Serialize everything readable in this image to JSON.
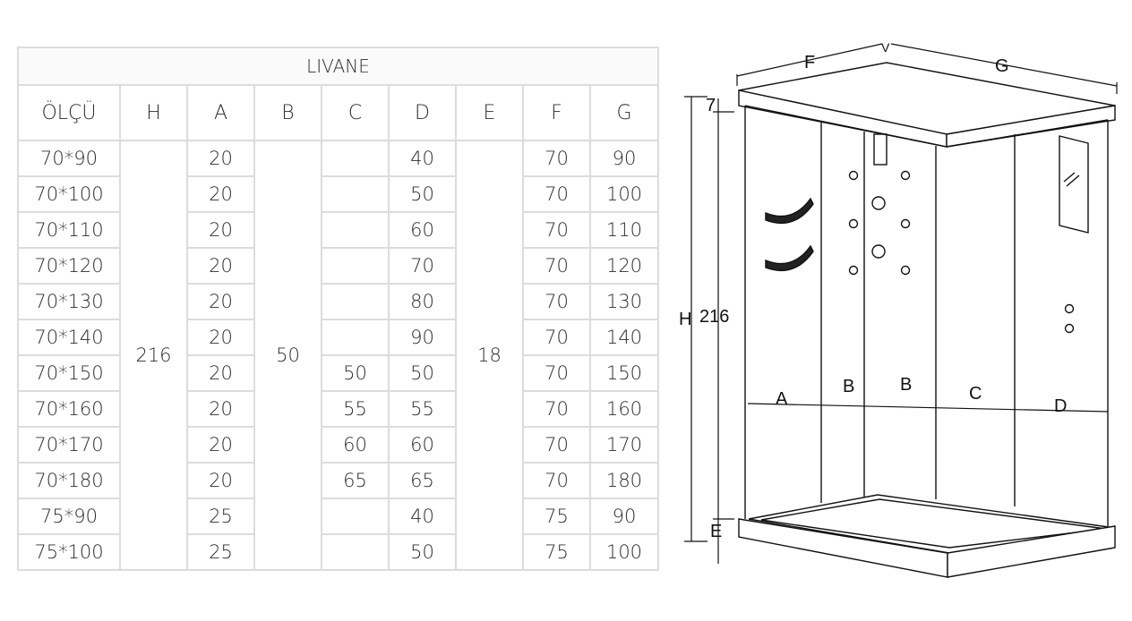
{
  "table": {
    "title": "LIVANE",
    "headers": [
      "ÖLÇÜ",
      "H",
      "A",
      "B",
      "C",
      "D",
      "E",
      "F",
      "G"
    ],
    "merged": {
      "H": "216",
      "B": "50",
      "E": "18"
    },
    "rows": [
      {
        "size": "70*90",
        "A": "20",
        "C": "",
        "D": "40",
        "F": "70",
        "G": "90"
      },
      {
        "size": "70*100",
        "A": "20",
        "C": "",
        "D": "50",
        "F": "70",
        "G": "100"
      },
      {
        "size": "70*110",
        "A": "20",
        "C": "",
        "D": "60",
        "F": "70",
        "G": "110"
      },
      {
        "size": "70*120",
        "A": "20",
        "C": "",
        "D": "70",
        "F": "70",
        "G": "120"
      },
      {
        "size": "70*130",
        "A": "20",
        "C": "",
        "D": "80",
        "F": "70",
        "G": "130"
      },
      {
        "size": "70*140",
        "A": "20",
        "C": "",
        "D": "90",
        "F": "70",
        "G": "140"
      },
      {
        "size": "70*150",
        "A": "20",
        "C": "50",
        "D": "50",
        "F": "70",
        "G": "150"
      },
      {
        "size": "70*160",
        "A": "20",
        "C": "55",
        "D": "55",
        "F": "70",
        "G": "160"
      },
      {
        "size": "70*170",
        "A": "20",
        "C": "60",
        "D": "60",
        "F": "70",
        "G": "170"
      },
      {
        "size": "70*180",
        "A": "20",
        "C": "65",
        "D": "65",
        "F": "70",
        "G": "180"
      },
      {
        "size": "75*90",
        "A": "25",
        "C": "",
        "D": "40",
        "F": "75",
        "G": "90"
      },
      {
        "size": "75*100",
        "A": "25",
        "C": "",
        "D": "50",
        "F": "75",
        "G": "100"
      }
    ]
  },
  "drawing": {
    "labels": {
      "F": "F",
      "G": "G",
      "V": "V",
      "top": "7",
      "H": "H",
      "height": "216",
      "E": "E",
      "A": "A",
      "B1": "B",
      "B2": "B",
      "C": "C",
      "D": "D"
    }
  }
}
